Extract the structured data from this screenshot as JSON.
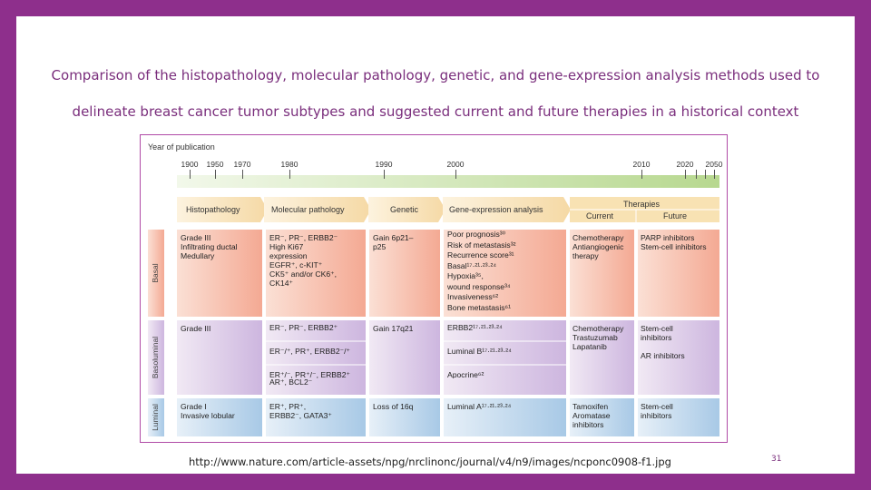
{
  "slide": {
    "title_line1": "Comparison of the histopathology, molecular pathology, genetic, and gene-expression analysis methods used to",
    "title_line2": "delineate breast cancer tumor subtypes and suggested current and future therapies in a historical context",
    "source_url": "http://www.nature.com/article-assets/npg/nrclinonc/journal/v4/n9/images/ncponc0908-f1.jpg",
    "page_number": "31"
  },
  "figure": {
    "axis_label": "Year of publication",
    "years": [
      "1900",
      "1950",
      "1970",
      "1980",
      "1990",
      "2000",
      "2010",
      "2020",
      "2050"
    ],
    "headers": {
      "histopathology": "Histopathology",
      "molecular": "Molecular pathology",
      "genetic": "Genetic",
      "gene_expression": "Gene-expression analysis",
      "therapies": "Therapies",
      "current": "Current",
      "future": "Future"
    },
    "rows": [
      {
        "label": "Basal",
        "histo": "Grade III\nInfiltrating ductal\nMedullary",
        "molecular": "ER⁻, PR⁻, ERBB2⁻\nHigh Ki67\nexpression\nEGFR⁺, c-KIT⁺\nCK5⁺ and/or CK6⁺,\nCK14⁺",
        "genetic": "Gain 6p21–\np25",
        "gene_expression": "Poor prognosis³⁰\nRisk of metastasis³²\nRecurrence score³¹\nBasal¹⁷·²¹·²³·²⁴\nHypoxia³⁵,\nwound response³⁴\nInvasiveness⁶²\nBone metastasis⁶¹",
        "current": "Chemotherapy\nAntiangiogenic\ntherapy",
        "future": "PARP inhibitors\nStem-cell inhibitors"
      },
      {
        "label": "Basoluminal",
        "histo": "Grade III",
        "molecular": "ER⁻, PR⁻, ERBB2⁺\n\n\nER⁻/⁺, PR⁺, ERBB2⁻/⁺\n\n\nER⁺/⁻, PR⁺/⁻, ERBB2⁺\nAR⁺, BCL2⁻",
        "genetic": "Gain 17q21",
        "gene_expression": "ERBB2¹⁷·²¹·²³·²⁴\n\n\nLuminal B¹⁷·²¹·²³·²⁴\n\n\nApocrine⁶²",
        "current": "Chemotherapy\nTrastuzumab\nLapatanib",
        "future": "Stem-cell\ninhibitors\n\nAR inhibitors"
      },
      {
        "label": "Luminal",
        "histo": "Grade I\nInvasive lobular",
        "molecular": "ER⁺, PR⁺,\nERBB2⁻, GATA3⁺",
        "genetic": "Loss of 16q",
        "gene_expression": "Luminal A¹⁷·²¹·²³·²⁴",
        "current": "Tamoxifen\nAromatase\ninhibitors",
        "future": "Stem-cell\ninhibitors"
      }
    ],
    "colors": {
      "basal": "#f6b8a4",
      "basoluminal": "#d8c6e6",
      "luminal": "#bcd6ec",
      "timeline": "#cfe6b0",
      "header": "#f9e3b8",
      "frame": "#b04aa6"
    }
  }
}
